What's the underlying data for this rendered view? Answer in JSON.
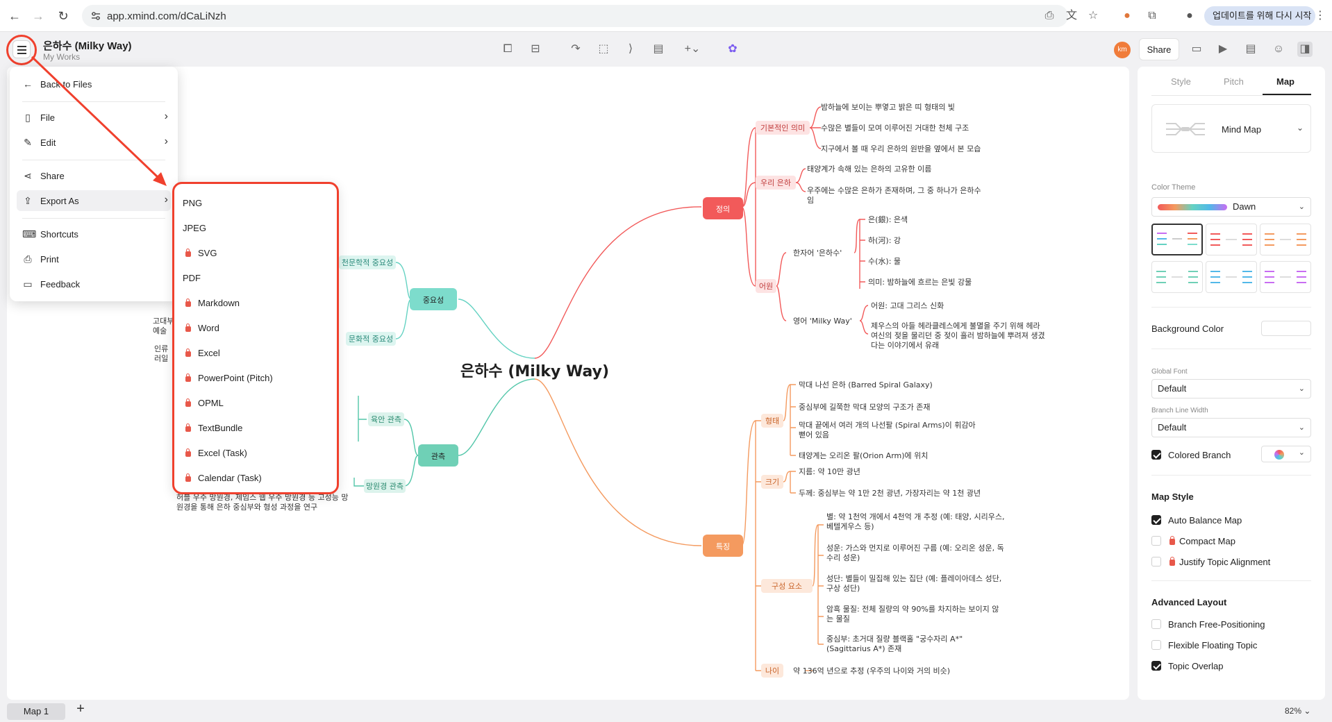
{
  "browser": {
    "url": "app.xmind.com/dCaLiNzh",
    "update_button": "업데이트를 위해 다시 시작"
  },
  "header": {
    "title": "은하수 (Milky Way)",
    "subtitle": "My Works",
    "avatar": "km",
    "share": "Share"
  },
  "main_menu": {
    "back": "Back to Files",
    "file": "File",
    "edit": "Edit",
    "share": "Share",
    "export_as": "Export As",
    "shortcuts": "Shortcuts",
    "print": "Print",
    "feedback": "Feedback"
  },
  "export_menu": {
    "png": "PNG",
    "jpeg": "JPEG",
    "svg": "SVG",
    "pdf": "PDF",
    "markdown": "Markdown",
    "word": "Word",
    "excel": "Excel",
    "pitch": "PowerPoint (Pitch)",
    "opml": "OPML",
    "textbundle": "TextBundle",
    "excel_task": "Excel (Task)",
    "calendar_task": "Calendar (Task)"
  },
  "mindmap": {
    "central": "은하수 (Milky Way)",
    "main_topics": {
      "definition": "정의",
      "features": "특징",
      "importance": "중요성",
      "observation": "관측"
    },
    "def": {
      "basic": "기본적인 의미",
      "basic_1": "밤하늘에 보이는 뿌옇고 밝은 띠 형태의 빛",
      "basic_2": "수많은 별들이 모여 이루어진 거대한 천체 구조",
      "basic_3": "지구에서 볼 때 우리 은하의 원반을 옆에서 본 모습",
      "our": "우리 은하",
      "our_1": "태양계가 속해 있는 은하의 고유한 이름",
      "our_2a": "우주에는 수많은 은하가 존재하며, 그 중 하나가 은하수",
      "our_2b": "임",
      "etym": "어원",
      "hanja": "한자어 '은하수'",
      "hanja_1": "은(銀): 은색",
      "hanja_2": "하(河): 강",
      "hanja_3": "수(水): 물",
      "hanja_4": "의미: 밤하늘에 흐르는 은빛 강물",
      "english": "영어 'Milky Way'",
      "eng_1": "어원: 고대 그리스 신화",
      "eng_2a": "제우스의 아들 헤라클레스에게 불멸을 주기 위해 헤라",
      "eng_2b": "여신의 젖을 물리던 중 젖이 흘러 밤하늘에 뿌려져 생겼",
      "eng_2c": "다는 이야기에서 유래"
    },
    "feat": {
      "shape": "형태",
      "shape_1": "막대 나선 은하 (Barred Spiral Galaxy)",
      "shape_2": "중심부에 길쭉한 막대 모양의 구조가 존재",
      "shape_3a": "막대 끝에서 여러 개의 나선팔 (Spiral Arms)이 휘감아",
      "shape_3b": "뻗어 있음",
      "shape_4": "태양계는 오리온 팔(Orion Arm)에 위치",
      "size": "크기",
      "size_1": "지름: 약 10만 광년",
      "size_2": "두께: 중심부는 약 1만 2천 광년, 가장자리는 약 1천 광년",
      "comp": "구성 요소",
      "comp_1a": "별: 약 1천억 개에서 4천억 개 추정 (예: 태양, 시리우스,",
      "comp_1b": "베텔게우스 등)",
      "comp_2a": "성운: 가스와 먼지로 이루어진 구름 (예: 오리온 성운, 독",
      "comp_2b": "수리 성운)",
      "comp_3a": "성단: 별들이 밀집해 있는 집단 (예: 플레이아데스 성단,",
      "comp_3b": "구상 성단)",
      "comp_4a": "암흑 물질: 전체 질량의 약 90%를 차지하는 보이지 않",
      "comp_4b": "는 물질",
      "comp_5a": "중심부: 초거대 질량 블랙홀 \"궁수자리 A*\"",
      "comp_5b": "(Sagittarius A*) 존재",
      "age": "나이",
      "age_1": "약 136억 년으로 추정 (우주의 나이와 거의 비슷)"
    },
    "imp": {
      "astro": "천문학적 중요성",
      "culture": "문화적 중요성",
      "left_1": "고대부",
      "left_2": "예술 ",
      "left_3": "인류",
      "left_4": "러일"
    },
    "obs": {
      "naked": "육안 관측",
      "telescope": "망원경 관측",
      "tel_1a": "허블 우주 망원경, 제임스 웹 우주 망원경 등 고성능 망",
      "tel_1b": "원경을 통해 은하 중심부와 형성 과정을 연구"
    }
  },
  "right_panel": {
    "tabs": [
      "Style",
      "Pitch",
      "Map"
    ],
    "structure": "Mind Map",
    "color_theme_label": "Color Theme",
    "color_theme": "Dawn",
    "background_color": "Background Color",
    "global_font_label": "Global Font",
    "global_font": "Default",
    "branch_width_label": "Branch Line Width",
    "branch_width": "Default",
    "colored_branch": "Colored Branch",
    "map_style": "Map Style",
    "auto_balance": "Auto Balance Map",
    "compact": "Compact Map",
    "justify": "Justify Topic Alignment",
    "advanced": "Advanced Layout",
    "free_pos": "Branch Free-Positioning",
    "flexible": "Flexible Floating Topic",
    "overlap": "Topic Overlap"
  },
  "bottom": {
    "map_tab": "Map 1",
    "zoom": "82%"
  },
  "colors": {
    "definition": "#f25a5a",
    "features": "#f49a5f",
    "importance": "#64d2c2",
    "observation": "#52c6a9",
    "accent_red": "#f0402d"
  }
}
